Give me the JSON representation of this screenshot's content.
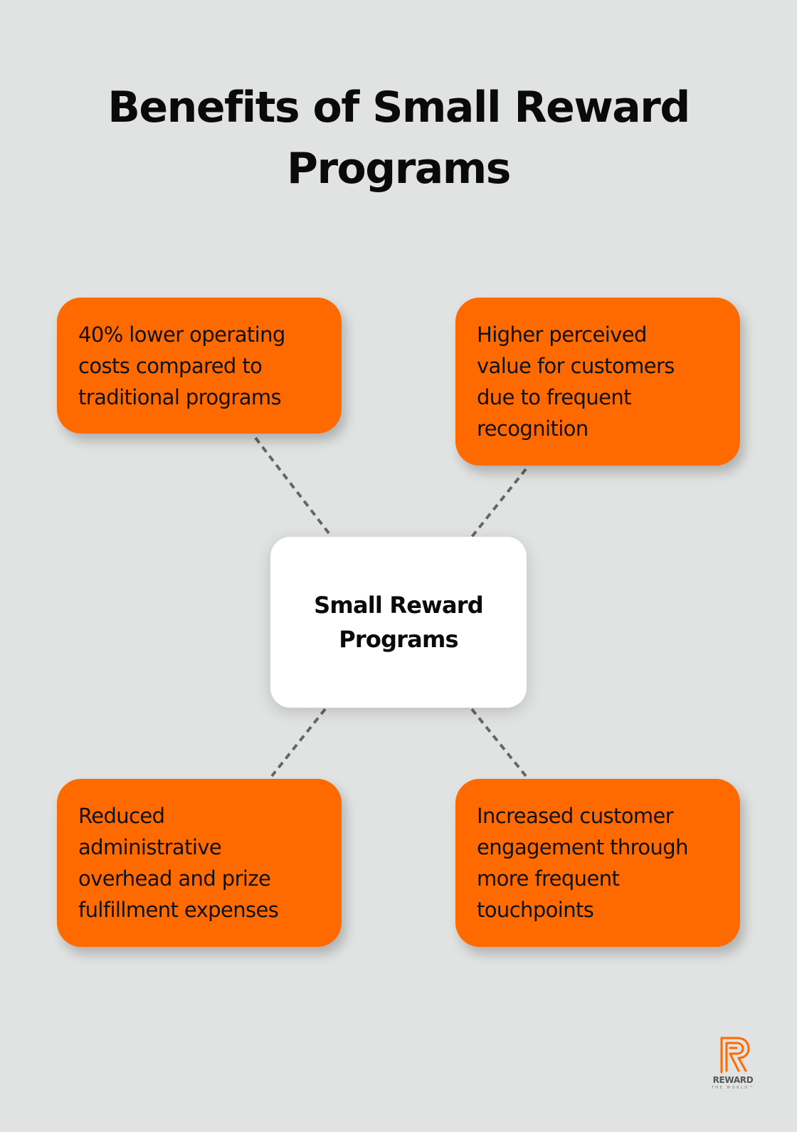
{
  "title": {
    "line1": "Benefits of Small Reward",
    "line2": "Programs"
  },
  "center": {
    "line1": "Small Reward",
    "line2": "Programs"
  },
  "benefits": [
    {
      "position": "top-left",
      "lines": [
        "40% lower operating",
        "costs compared to",
        "traditional programs"
      ]
    },
    {
      "position": "top-right",
      "lines": [
        "Higher perceived",
        "value for customers",
        "due to frequent",
        "recognition"
      ]
    },
    {
      "position": "bottom-left",
      "lines": [
        "Reduced",
        "administrative",
        "overhead and prize",
        "fulfillment expenses"
      ]
    },
    {
      "position": "bottom-right",
      "lines": [
        "Increased customer",
        "engagement through",
        "more frequent",
        "touchpoints"
      ]
    }
  ],
  "logo": {
    "name": "REWARD",
    "tagline": "THE WORLD™",
    "icon": "reward-r-logo-icon"
  },
  "colors": {
    "background": "#e1e3e2",
    "accent": "#ff6a00",
    "center_box": "#ffffff",
    "connector": "#666666"
  }
}
